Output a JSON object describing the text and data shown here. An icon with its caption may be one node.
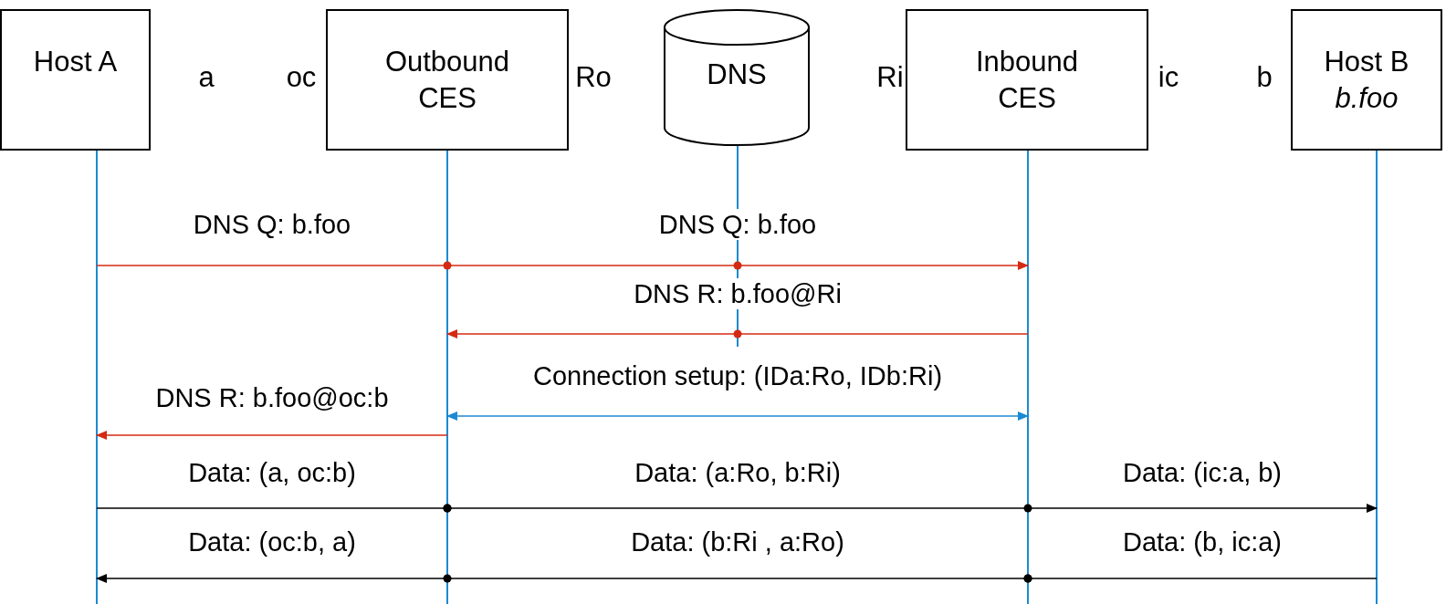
{
  "diagram": {
    "nodes": [
      {
        "text": [
          "Host A"
        ]
      },
      {
        "text": [
          "Outbound CES"
        ]
      },
      {
        "text": [
          "DNS"
        ]
      },
      {
        "text": [
          "Inbound CES"
        ]
      },
      {
        "text": [
          "Host B",
          "b.foo"
        ]
      }
    ],
    "edges": [
      {
        "from": 0,
        "to": 1,
        "arrow": "other",
        "label": "DNS Q: b.foo",
        "color": "#d42a12"
      },
      {
        "from": 1,
        "to": 3,
        "arrow": "to",
        "label": "DNS Q: b.foo",
        "color": "#d42a12"
      },
      {
        "from": 3,
        "to": 1,
        "arrow": "to",
        "label": "DNS R: b.foo@Ri",
        "color": "#d42a12"
      },
      {
        "from": 1,
        "to": 3,
        "arrow": "both",
        "label": "Connection setup: (IDa:Ro, IDb:Ri)",
        "color": "#1b8ad3"
      },
      {
        "from": 1,
        "to": 0,
        "arrow": "to",
        "label": "DNS R: b.foo@oc:b",
        "color": "#d42a12"
      },
      {
        "from": 0,
        "to": 1,
        "arrow": "other",
        "label": "Data: (a, oc:b)"
      },
      {
        "from": 1,
        "to": 3,
        "arrow": "other",
        "label": "Data: (a:Ro, b:Ri)"
      },
      {
        "from": 3,
        "to": 4,
        "arrow": "to",
        "label": "Data: (ic:a, b)"
      },
      {
        "from": 4,
        "to": 3,
        "arrow": "other",
        "label": "Data: (b, ic:a)"
      },
      {
        "from": 3,
        "to": 1,
        "arrow": "other",
        "label": "Data: (b:Ri , a:Ro)"
      },
      {
        "from": 1,
        "to": 0,
        "arrow": "to",
        "label": "Data: (oc:b, a)"
      }
    ],
    "labels": [
      "a",
      "oc",
      "Ro",
      "Ri",
      "ic",
      "b"
    ]
  }
}
